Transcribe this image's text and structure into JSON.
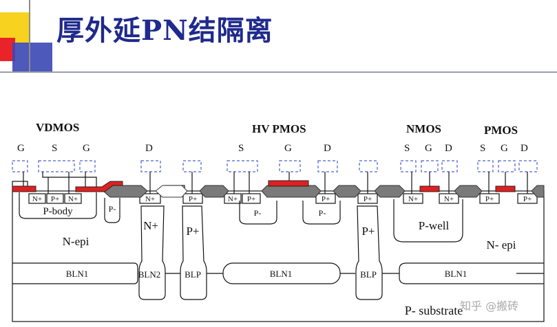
{
  "title": "厚外延PN结隔离",
  "devices": {
    "vdmos": "VDMOS",
    "hvpmos": "HV PMOS",
    "nmos": "NMOS",
    "pmos": "PMOS"
  },
  "terminals": {
    "vd_g1": "G",
    "vd_s": "S",
    "vd_g2": "G",
    "vd_d": "D",
    "hv_s": "S",
    "hv_g": "G",
    "hv_d": "D",
    "n_s": "S",
    "n_g": "G",
    "n_d": "D",
    "p_s": "S",
    "p_g": "G",
    "p_d": "D"
  },
  "regions": {
    "nplus": "N+",
    "pplus": "P+",
    "pbody": "P-body",
    "pminus": "P-",
    "pwell": "P-well",
    "nepi_left": "N-epi",
    "nepi_right": "N- epi",
    "bln1": "BLN1",
    "bln2": "BLN2",
    "blp": "BLP",
    "substrate": "P- substrate"
  },
  "watermark": "知乎 @搬砖",
  "colors": {
    "title": "#1f2a8c",
    "gate": "#e02020",
    "field_oxide": "#7a7a7a",
    "dashed": "#4a5fd0"
  }
}
